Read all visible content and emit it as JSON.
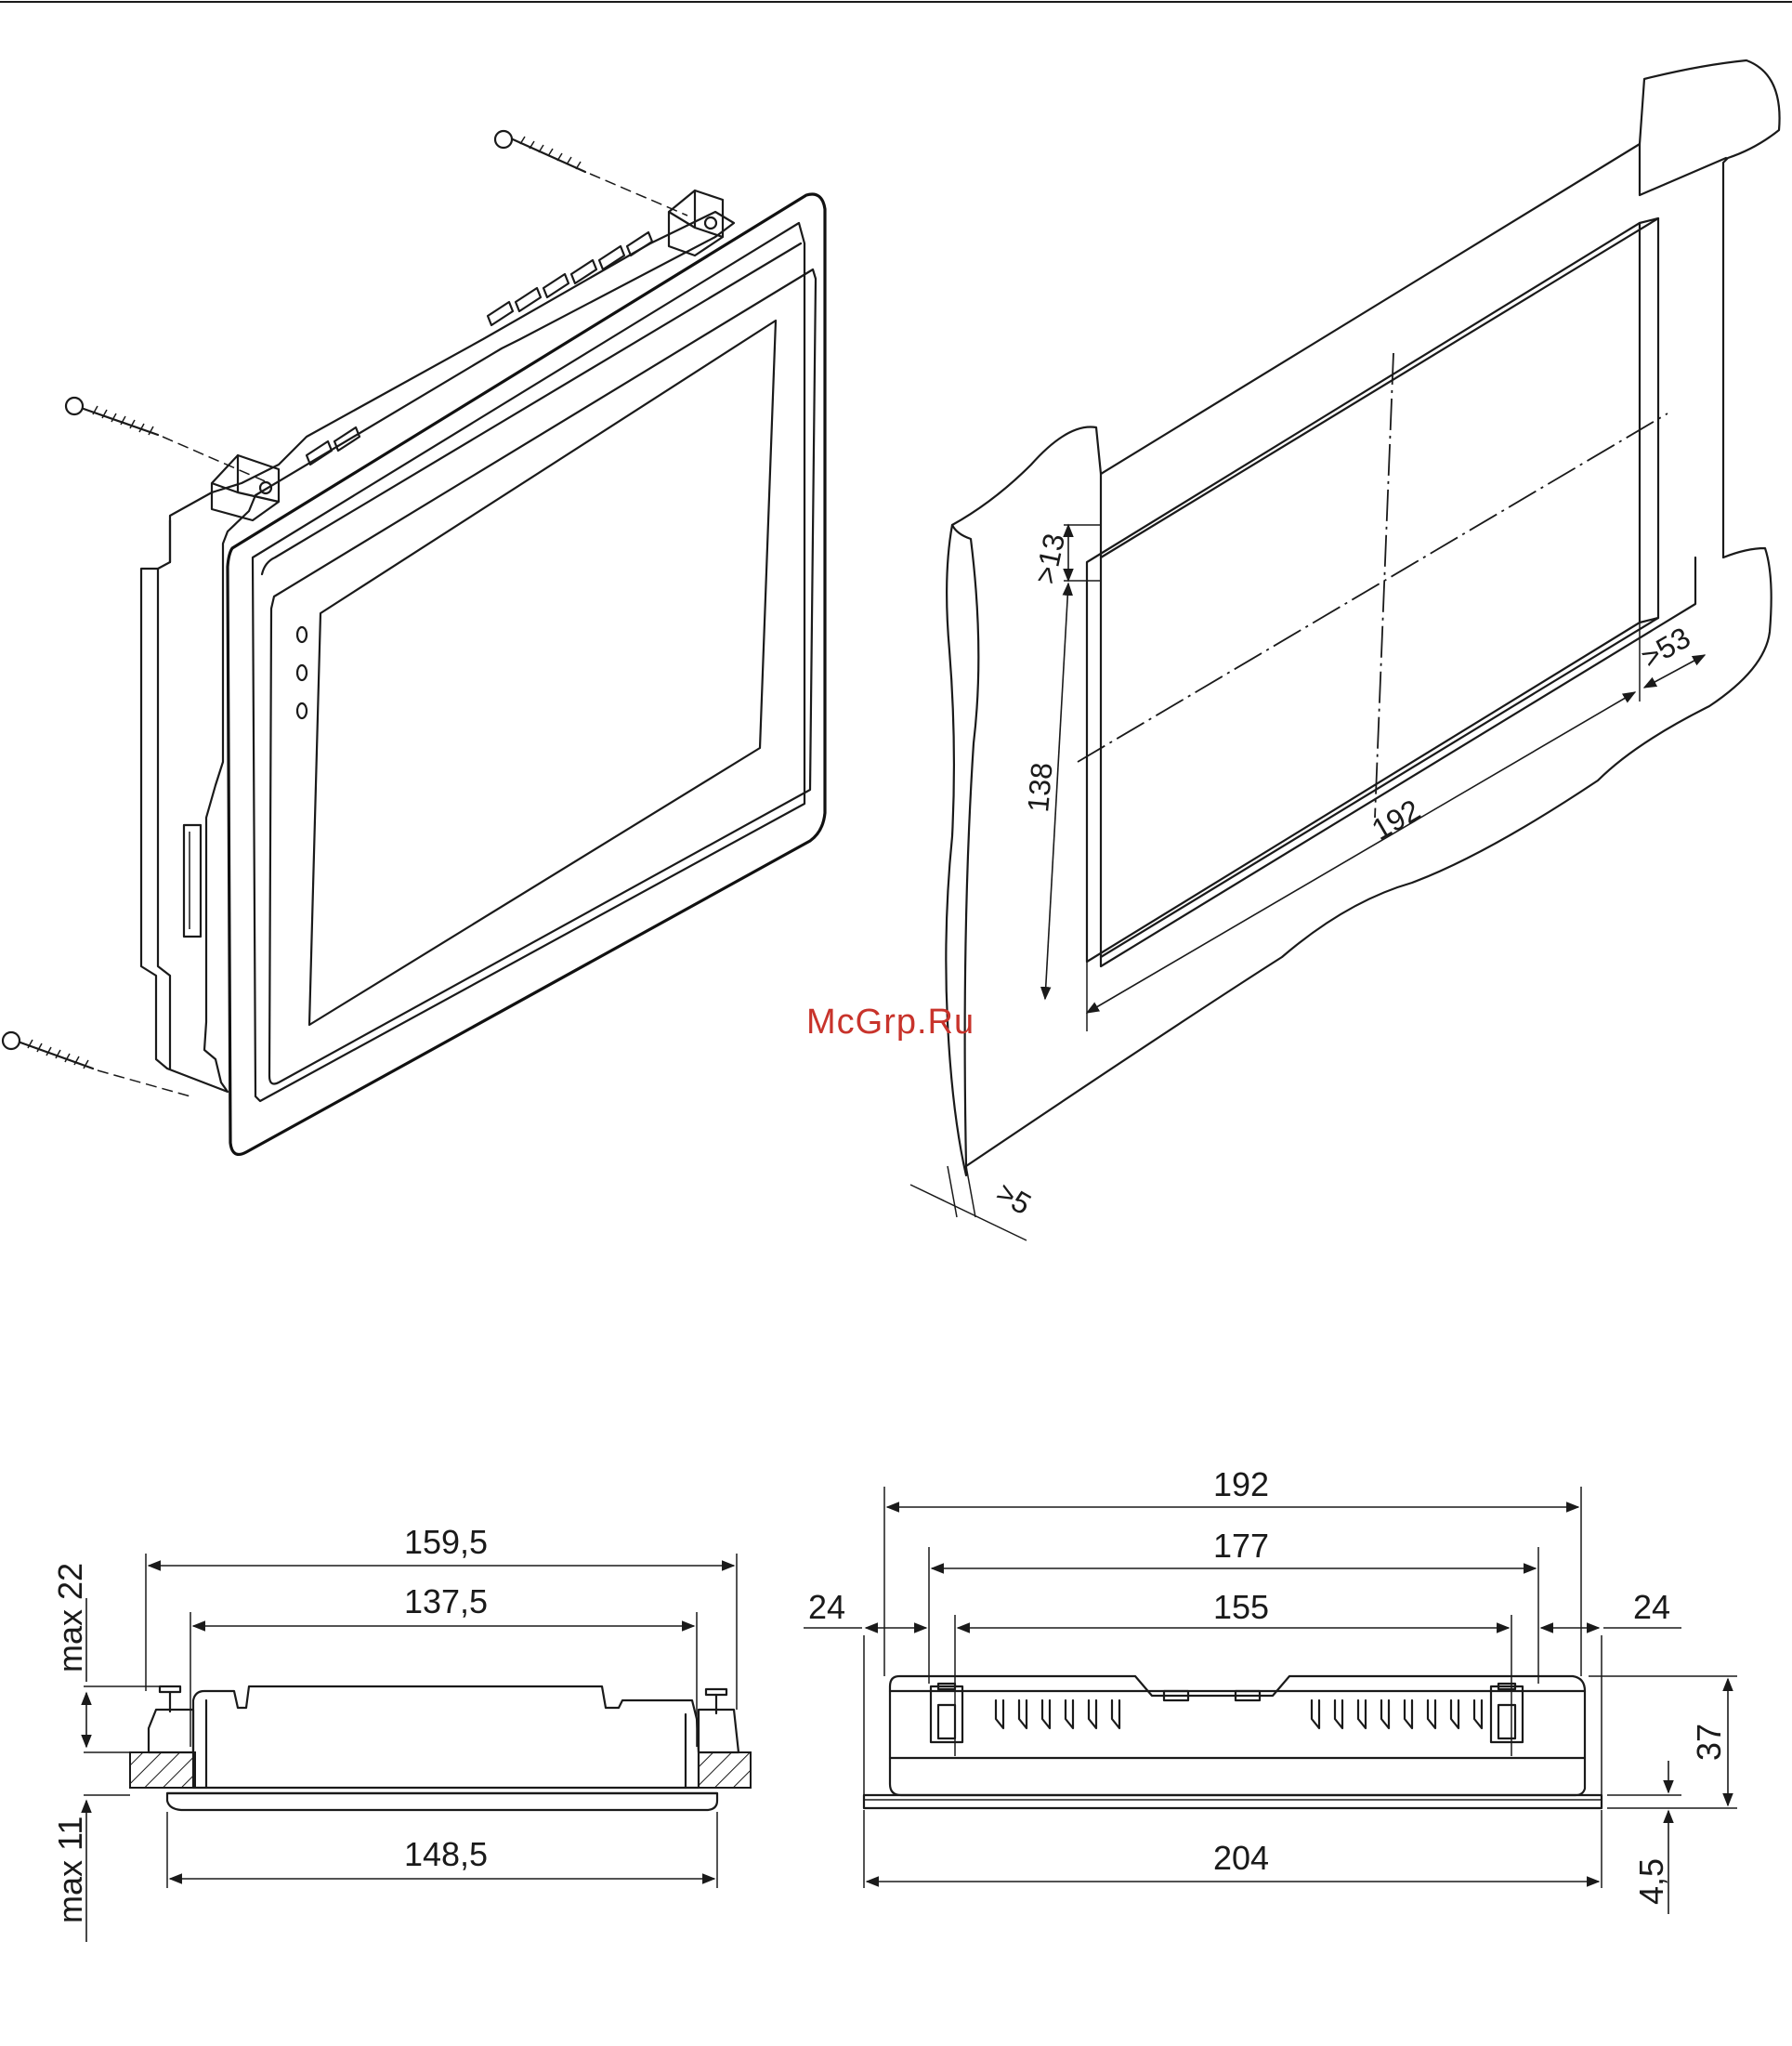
{
  "watermark": "McGrp.Ru",
  "panel_cutout": {
    "depth_min": ">13",
    "height": "138",
    "width": "192",
    "side_min": ">53",
    "thickness_min": ">5"
  },
  "side_view": {
    "overall_width": "159,5",
    "body_width": "137,5",
    "bottom_width": "148,5",
    "max_above": "max 22",
    "max_below": "max 11"
  },
  "front_view": {
    "clip_span": "192",
    "inner_span": "177",
    "vent_span": "155",
    "left_offset": "24",
    "right_offset": "24",
    "height": "37",
    "bezel": "4,5",
    "overall_width": "204"
  }
}
